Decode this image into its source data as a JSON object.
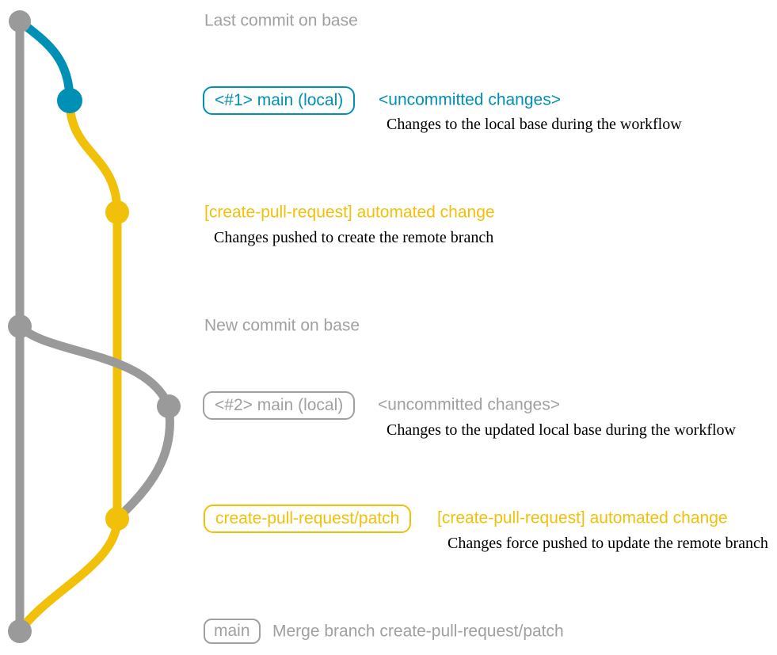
{
  "colors": {
    "base_gray": "#9a9a9a",
    "text_gray": "#a0a0a0",
    "blue": "#008fb5",
    "yellow": "#f1c109",
    "caption_black": "#000000",
    "background": "#ffffff"
  },
  "rows": {
    "last_commit": {
      "message": "Last commit on base"
    },
    "main_local_1": {
      "branch_label": "<#1> main (local)",
      "message": "<uncommitted changes>",
      "caption": "Changes to the local base during the workflow"
    },
    "automated_change_1": {
      "message": "[create-pull-request] automated change",
      "caption": "Changes pushed to create the remote branch"
    },
    "new_commit": {
      "message": "New commit on base"
    },
    "main_local_2": {
      "branch_label": "<#2> main (local)",
      "message": "<uncommitted changes>",
      "caption": "Changes to the updated local base during the workflow"
    },
    "automated_change_2": {
      "branch_label": "create-pull-request/patch",
      "message": "[create-pull-request] automated change",
      "caption": "Changes force pushed to update the remote branch"
    },
    "merge": {
      "branch_label": "main",
      "message": "Merge branch create-pull-request/patch"
    }
  },
  "graph": {
    "type": "git-commit-graph",
    "commits": [
      {
        "row": "last_commit",
        "dot_color": "gray",
        "branch": "base"
      },
      {
        "row": "main_local_1",
        "dot_color": "blue",
        "branch": "main-local"
      },
      {
        "row": "automated_change_1",
        "dot_color": "yellow",
        "branch": "create-pull-request/patch"
      },
      {
        "row": "new_commit",
        "dot_color": "gray",
        "branch": "base"
      },
      {
        "row": "main_local_2",
        "dot_color": "gray",
        "branch": "main-local"
      },
      {
        "row": "automated_change_2",
        "dot_color": "yellow",
        "branch": "create-pull-request/patch"
      },
      {
        "row": "merge",
        "dot_color": "gray",
        "branch": "base"
      }
    ]
  }
}
